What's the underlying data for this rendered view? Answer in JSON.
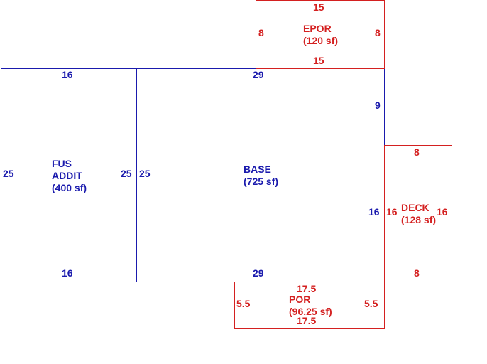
{
  "colors": {
    "main_structure": "#1a1aad",
    "attachments": "#d42020",
    "background": "#ffffff"
  },
  "fus_addit": {
    "name_line1": "FUS",
    "name_line2": "ADDIT",
    "area": "(400 sf)",
    "dims": {
      "top": "16",
      "bottom": "16",
      "left": "25",
      "right": "25"
    }
  },
  "base": {
    "name": "BASE",
    "area": "(725 sf)",
    "dims": {
      "top": "29",
      "bottom": "29",
      "left": "25",
      "right_upper": "9",
      "right_lower": "16"
    }
  },
  "epor": {
    "name": "EPOR",
    "area": "(120 sf)",
    "dims": {
      "top": "15",
      "bottom": "15",
      "left": "8",
      "right": "8"
    }
  },
  "deck": {
    "name": "DECK",
    "area": "(128 sf)",
    "dims": {
      "top": "8",
      "bottom": "8",
      "left": "16",
      "right": "16"
    }
  },
  "por": {
    "name": "POR",
    "area": "(96.25 sf)",
    "dims": {
      "top": "17.5",
      "bottom": "17.5",
      "left": "5.5",
      "right": "5.5"
    }
  }
}
